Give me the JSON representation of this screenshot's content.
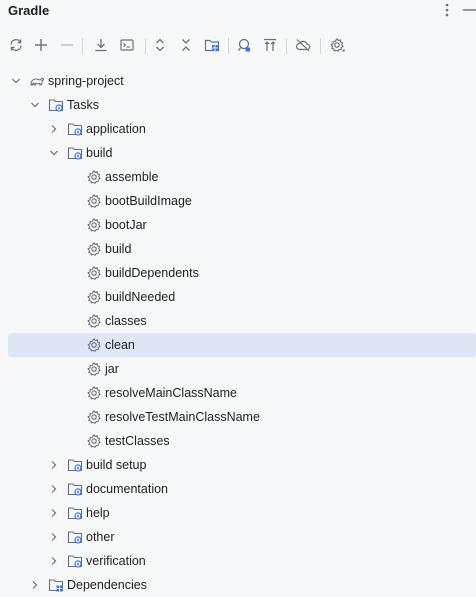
{
  "header": {
    "title": "Gradle",
    "more_icon": "more-vertical-icon",
    "hide_icon": "minimize-icon"
  },
  "toolbar": {
    "buttons": [
      {
        "name": "reload-button",
        "icon": "refresh-icon"
      },
      {
        "name": "add-button",
        "icon": "plus-icon"
      },
      {
        "name": "remove-button",
        "icon": "minus-icon"
      },
      {
        "name": "download-sources-button",
        "icon": "download-icon"
      },
      {
        "name": "execute-task-button",
        "icon": "terminal-icon"
      },
      {
        "name": "expand-all-button",
        "icon": "expand-icon"
      },
      {
        "name": "collapse-all-button",
        "icon": "collapse-icon"
      },
      {
        "name": "group-modules-button",
        "icon": "folder-grid-icon"
      },
      {
        "name": "analyze-dependencies-button",
        "icon": "analyze-icon"
      },
      {
        "name": "show-in-toolwindow-button",
        "icon": "align-top-icon"
      },
      {
        "name": "offline-mode-button",
        "icon": "cloud-off-icon"
      },
      {
        "name": "settings-button",
        "icon": "gear-icon"
      }
    ]
  },
  "colors": {
    "background": "#f7f8fa",
    "selection": "#dfe6f5",
    "folder_badge": "#3574f0",
    "icon_gray": "#6c707e"
  },
  "tree": {
    "project": {
      "label": "spring-project",
      "icon": "gradle-elephant-icon",
      "expanded": true
    },
    "tasks": {
      "label": "Tasks",
      "icon": "task-folder-icon",
      "expanded": true
    },
    "groups": [
      {
        "label": "application",
        "expanded": false
      },
      {
        "label": "build",
        "expanded": true
      }
    ],
    "build_tasks": [
      {
        "label": "assemble",
        "selected": false
      },
      {
        "label": "bootBuildImage",
        "selected": false
      },
      {
        "label": "bootJar",
        "selected": false
      },
      {
        "label": "build",
        "selected": false
      },
      {
        "label": "buildDependents",
        "selected": false
      },
      {
        "label": "buildNeeded",
        "selected": false
      },
      {
        "label": "classes",
        "selected": false
      },
      {
        "label": "clean",
        "selected": true
      },
      {
        "label": "jar",
        "selected": false
      },
      {
        "label": "resolveMainClassName",
        "selected": false
      },
      {
        "label": "resolveTestMainClassName",
        "selected": false
      },
      {
        "label": "testClasses",
        "selected": false
      }
    ],
    "other_groups": [
      {
        "label": "build setup",
        "expanded": false
      },
      {
        "label": "documentation",
        "expanded": false
      },
      {
        "label": "help",
        "expanded": false
      },
      {
        "label": "other",
        "expanded": false
      },
      {
        "label": "verification",
        "expanded": false
      }
    ],
    "dependencies": {
      "label": "Dependencies",
      "icon": "dependencies-folder-icon",
      "expanded": false
    }
  }
}
